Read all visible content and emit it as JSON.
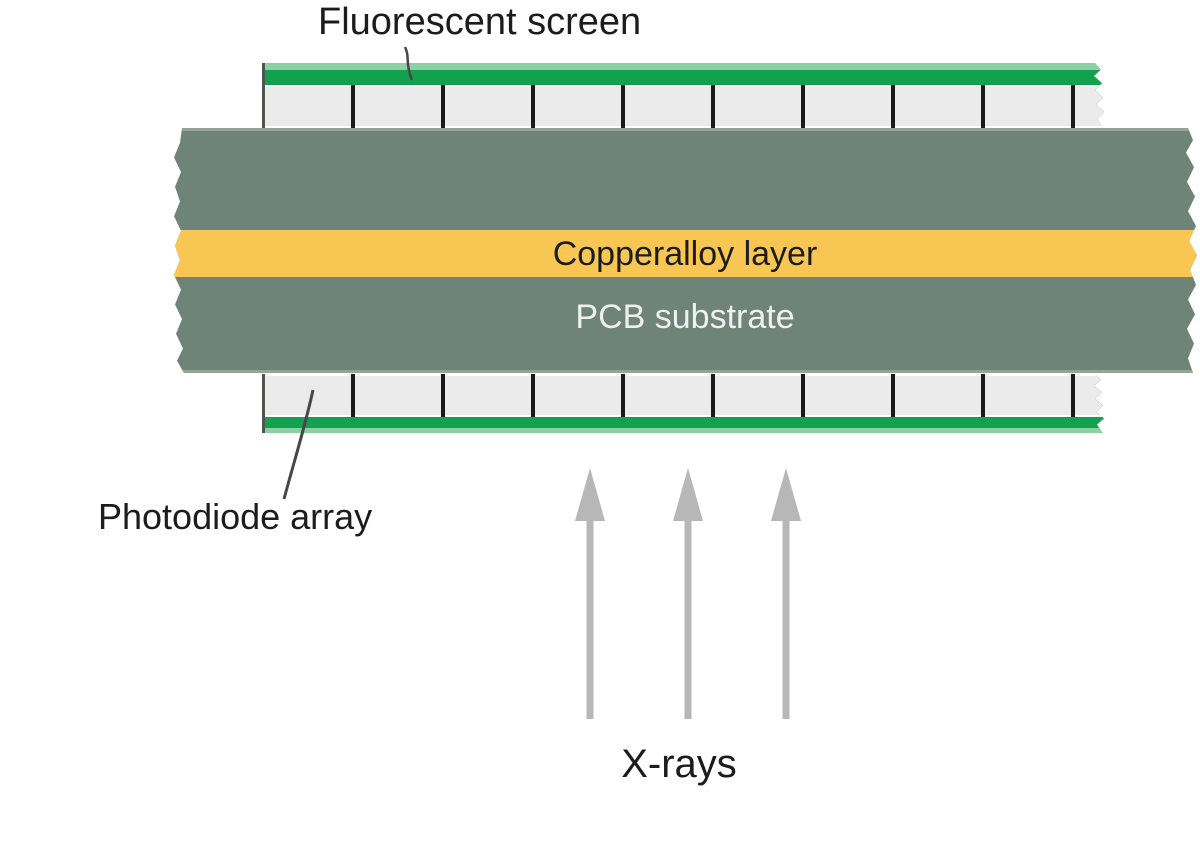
{
  "title": "X-ray detector cross-section diagram",
  "labels": {
    "fluorescent_screen": "Fluorescent screen",
    "copper_alloy": "Copperalloy layer",
    "pcb_substrate": "PCB substrate",
    "photodiode_array": "Photodiode array",
    "xrays": "X-rays"
  },
  "diagram": {
    "segments_per_row": 10,
    "segment_rows": [
      "top",
      "bottom"
    ],
    "xray_arrow_count": 3,
    "layers_top_to_bottom": [
      "Fluorescent screen",
      "Photodiode array (top)",
      "PCB substrate",
      "Copperalloy layer",
      "PCB substrate",
      "Photodiode array (bottom)",
      "Fluorescent screen"
    ]
  },
  "colors": {
    "page_bg": "#ffffff",
    "body": "#6f8478",
    "body_edge": "#97a29a",
    "copper_layer": "#f8c653",
    "screen_green": "#12a24f",
    "screen_green_light": "#8ecfa4",
    "segment_fill": "#ebebeb",
    "segment_divider": "#1a1a1a",
    "arrow_gray": "#b7b7b7",
    "leader_line": "#474747",
    "label_dark": "#1c1c1c",
    "label_light": "#f0f0f0"
  }
}
